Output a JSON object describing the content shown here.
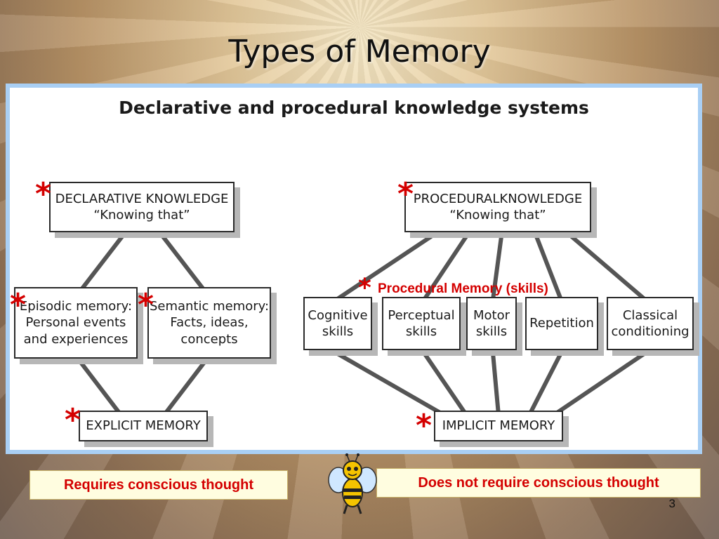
{
  "slide": {
    "title": "Types of Memory",
    "page_number": "3"
  },
  "diagram": {
    "subtitle": "Declarative and procedural knowledge systems",
    "declarative": {
      "line1": "DECLARATIVE KNOWLEDGE",
      "line2": "“Knowing that”"
    },
    "procedural": {
      "line1": "PROCEDURALKNOWLEDGE",
      "line2": "“Knowing that”"
    },
    "episodic": {
      "line1": "Episodic memory:",
      "line2": "Personal events",
      "line3": "and experiences"
    },
    "semantic": {
      "line1": "Semantic memory:",
      "line2": "Facts, ideas,",
      "line3": "concepts"
    },
    "explicit": "EXPLICIT MEMORY",
    "implicit": "IMPLICIT MEMORY",
    "skills": [
      {
        "line1": "Cognitive",
        "line2": "skills"
      },
      {
        "line1": "Perceptual",
        "line2": "skills"
      },
      {
        "line1": "Motor",
        "line2": "skills"
      },
      {
        "line1": "Repetition",
        "line2": ""
      },
      {
        "line1": "Classical",
        "line2": "conditioning"
      }
    ],
    "procedural_note": "Procedural Memory (skills)",
    "star": "*"
  },
  "callouts": {
    "left": "Requires conscious thought",
    "right": "Does not require conscious thought"
  },
  "colors": {
    "accent_red": "#d40000",
    "panel_border": "#a9cff4",
    "callout_bg": "#fffde0"
  }
}
